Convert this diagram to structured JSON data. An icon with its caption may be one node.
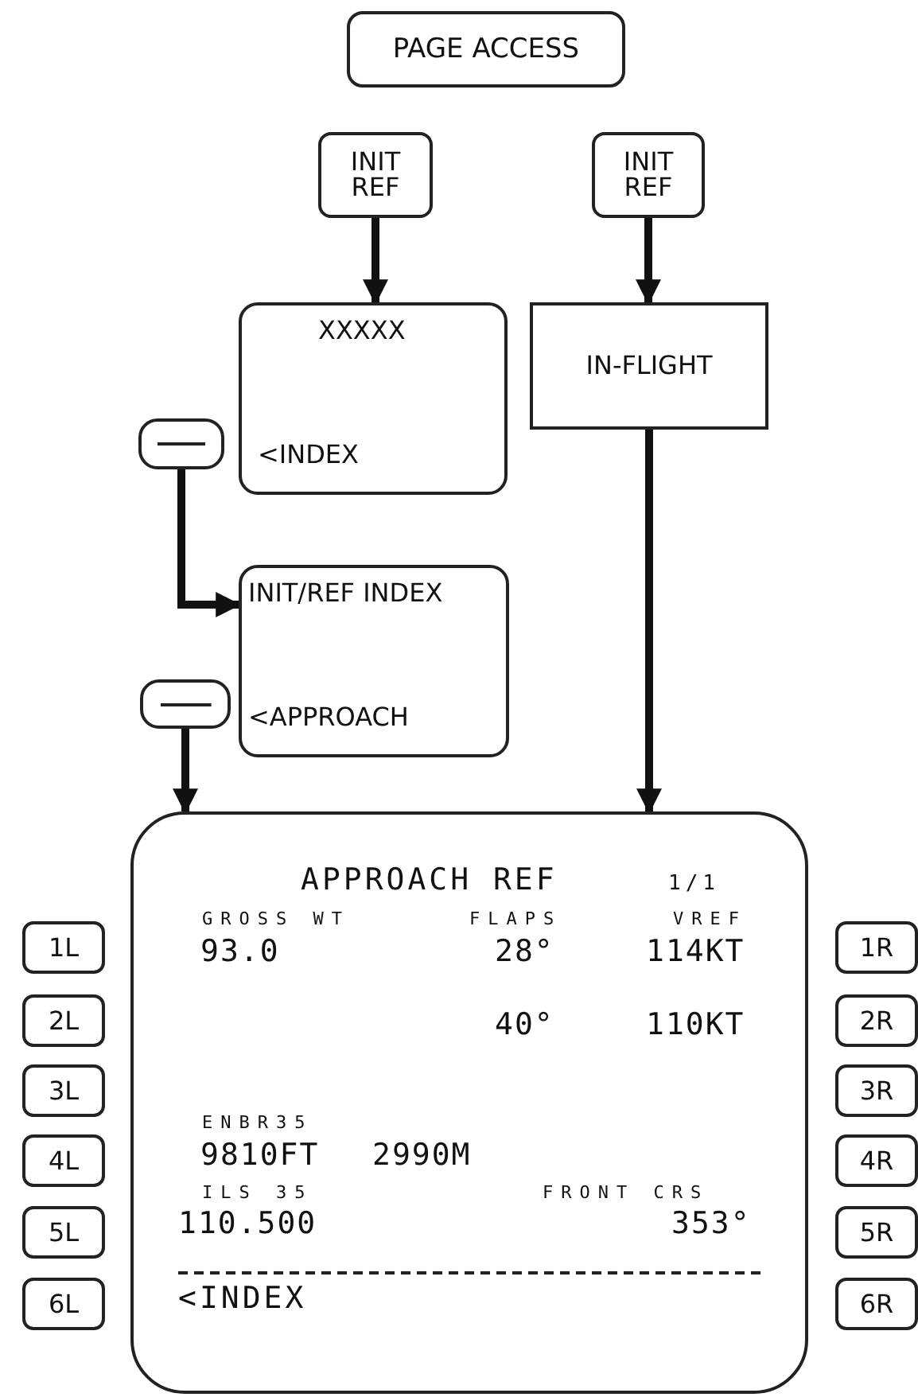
{
  "diagram": {
    "nodes": [
      {
        "text": [
          "PAGE ACCESS"
        ]
      },
      {
        "text": [
          "INIT REF"
        ]
      },
      {
        "text": [
          "INIT REF"
        ]
      },
      {
        "text": [
          "XXXXX",
          "<INDEX"
        ]
      },
      {
        "text": [
          "IN-FLIGHT"
        ]
      },
      {
        "text": [],
        "shape": "box"
      },
      {
        "text": [
          "INIT/REF INDEX",
          "<APPROACH"
        ]
      },
      {
        "text": [],
        "shape": "box"
      },
      {
        "text": [
          "APPROACH REF",
          "1/1",
          "GROSS WT",
          "FLAPS",
          "VREF",
          "93.0",
          "28°",
          "114KT",
          "40°",
          "110KT",
          "ENBR35",
          "9810FT",
          "2990M",
          "ILS 35",
          "FRONT CRS",
          "110.500",
          "353°",
          "<INDEX"
        ]
      },
      {
        "text": [
          "1L"
        ]
      },
      {
        "text": [
          "1R"
        ]
      },
      {
        "text": [
          "2L"
        ]
      },
      {
        "text": [
          "2R"
        ]
      },
      {
        "text": [
          "3L"
        ]
      },
      {
        "text": [
          "3R"
        ]
      },
      {
        "text": [
          "4L"
        ]
      },
      {
        "text": [
          "4R"
        ]
      },
      {
        "text": [
          "5L"
        ]
      },
      {
        "text": [
          "5R"
        ]
      },
      {
        "text": [
          "6L"
        ]
      },
      {
        "text": [
          "6R"
        ]
      }
    ],
    "edges": [
      {
        "from": 1,
        "to": 3,
        "arrow": "to"
      },
      {
        "from": 2,
        "to": 4,
        "arrow": "to"
      },
      {
        "from": 5,
        "to": 6,
        "arrow": "to"
      },
      {
        "from": 7,
        "to": 8,
        "arrow": "to"
      },
      {
        "from": 4,
        "to": 8,
        "arrow": "to"
      }
    ]
  }
}
